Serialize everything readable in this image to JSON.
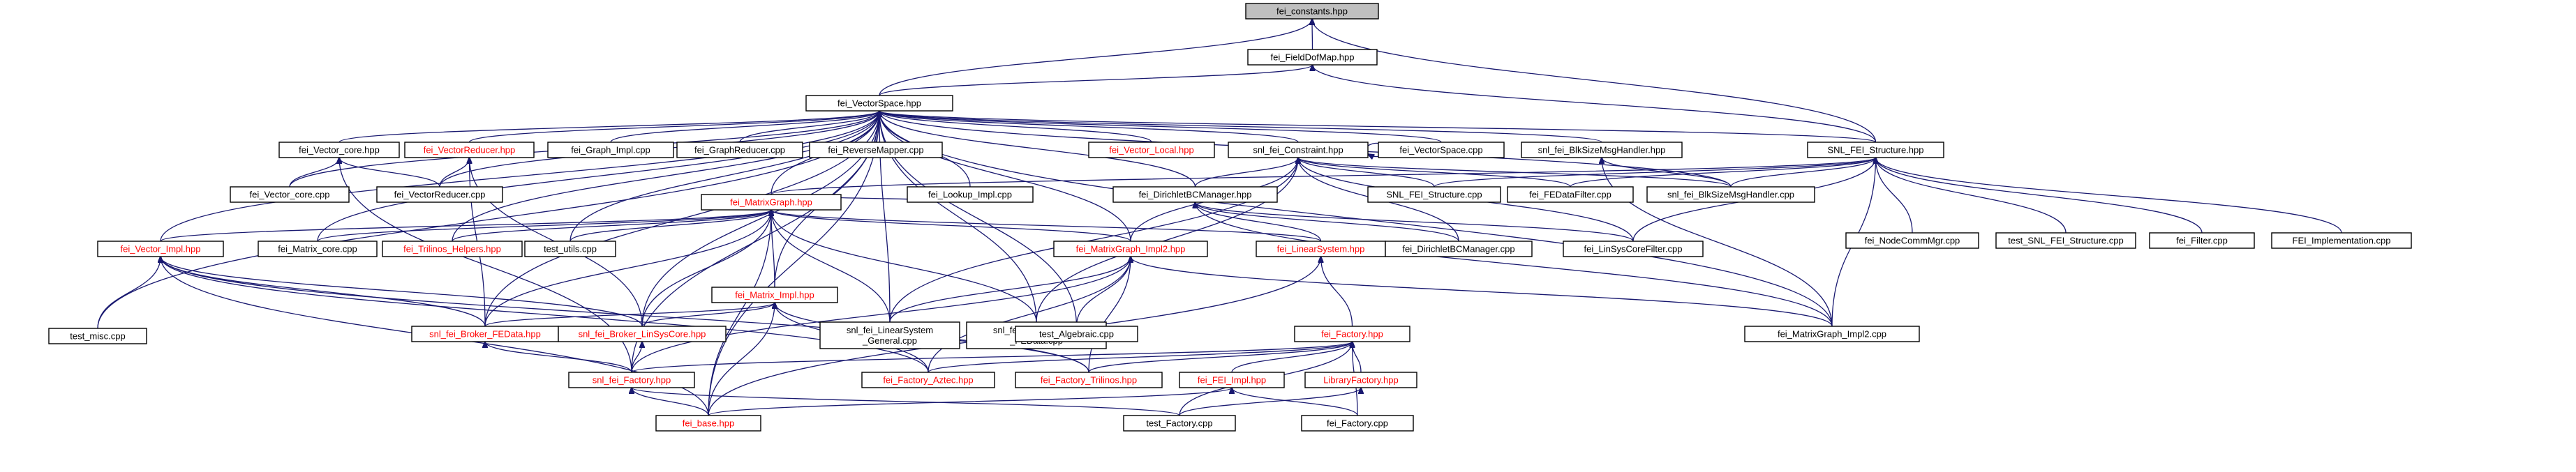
{
  "graph": {
    "nodes": [
      {
        "id": "n0",
        "lines": [
          "fei_constants.hpp"
        ],
        "root": true,
        "link": "black"
      },
      {
        "id": "n1",
        "lines": [
          "fei_FieldDofMap.hpp"
        ],
        "link": "black"
      },
      {
        "id": "n2",
        "lines": [
          "fei_VectorSpace.hpp"
        ],
        "link": "black"
      },
      {
        "id": "n3",
        "lines": [
          "SNL_FEI_Structure.hpp"
        ],
        "link": "black"
      },
      {
        "id": "n4",
        "lines": [
          "fei_Vector_core.hpp"
        ],
        "link": "black"
      },
      {
        "id": "n5",
        "lines": [
          "fei_VectorReducer.hpp"
        ],
        "link": "red"
      },
      {
        "id": "n6",
        "lines": [
          "fei_Graph_Impl.cpp"
        ],
        "link": "black"
      },
      {
        "id": "n7",
        "lines": [
          "fei_GraphReducer.cpp"
        ],
        "link": "black"
      },
      {
        "id": "n8",
        "lines": [
          "fei_ReverseMapper.cpp"
        ],
        "link": "black"
      },
      {
        "id": "n9",
        "lines": [
          "fei_Vector_Local.hpp"
        ],
        "link": "red"
      },
      {
        "id": "n10",
        "lines": [
          "snl_fei_Constraint.hpp"
        ],
        "link": "black"
      },
      {
        "id": "n11",
        "lines": [
          "fei_VectorSpace.cpp"
        ],
        "link": "black"
      },
      {
        "id": "n12",
        "lines": [
          "snl_fei_BlkSizeMsgHandler.hpp"
        ],
        "link": "black"
      },
      {
        "id": "n13",
        "lines": [
          "fei_Vector_core.cpp"
        ],
        "link": "black"
      },
      {
        "id": "n14",
        "lines": [
          "fei_VectorReducer.cpp"
        ],
        "link": "black"
      },
      {
        "id": "n15",
        "lines": [
          "fei_MatrixGraph.hpp"
        ],
        "link": "red"
      },
      {
        "id": "n16",
        "lines": [
          "fei_Lookup_Impl.cpp"
        ],
        "link": "black"
      },
      {
        "id": "n17",
        "lines": [
          "fei_DirichletBCManager.hpp"
        ],
        "link": "black"
      },
      {
        "id": "n18",
        "lines": [
          "SNL_FEI_Structure.cpp"
        ],
        "link": "black"
      },
      {
        "id": "n19",
        "lines": [
          "fei_FEDataFilter.cpp"
        ],
        "link": "black"
      },
      {
        "id": "n20",
        "lines": [
          "snl_fei_BlkSizeMsgHandler.cpp"
        ],
        "link": "black"
      },
      {
        "id": "n21",
        "lines": [
          "fei_NodeCommMgr.cpp"
        ],
        "link": "black"
      },
      {
        "id": "n22",
        "lines": [
          "test_SNL_FEI_Structure.cpp"
        ],
        "link": "black"
      },
      {
        "id": "n23",
        "lines": [
          "fei_Filter.cpp"
        ],
        "link": "black"
      },
      {
        "id": "n24",
        "lines": [
          "FEI_Implementation.cpp"
        ],
        "link": "black"
      },
      {
        "id": "n25",
        "lines": [
          "fei_Vector_Impl.hpp"
        ],
        "link": "red"
      },
      {
        "id": "n26",
        "lines": [
          "fei_Matrix_core.cpp"
        ],
        "link": "black"
      },
      {
        "id": "n27",
        "lines": [
          "fei_Trilinos_Helpers.hpp"
        ],
        "link": "red"
      },
      {
        "id": "n28",
        "lines": [
          "test_utils.cpp"
        ],
        "link": "black"
      },
      {
        "id": "n29",
        "lines": [
          "fei_MatrixGraph_Impl2.hpp"
        ],
        "link": "red"
      },
      {
        "id": "n30",
        "lines": [
          "fei_LinearSystem.hpp"
        ],
        "link": "red"
      },
      {
        "id": "n31",
        "lines": [
          "fei_DirichletBCManager.cpp"
        ],
        "link": "black"
      },
      {
        "id": "n32",
        "lines": [
          "fei_LinSysCoreFilter.cpp"
        ],
        "link": "black"
      },
      {
        "id": "n33",
        "lines": [
          "fei_Matrix_Impl.hpp"
        ],
        "link": "red"
      },
      {
        "id": "n34",
        "lines": [
          "test_misc.cpp"
        ],
        "link": "black"
      },
      {
        "id": "n35",
        "lines": [
          "snl_fei_Broker_FEData.hpp"
        ],
        "link": "red"
      },
      {
        "id": "n36",
        "lines": [
          "snl_fei_Broker_LinSysCore.hpp"
        ],
        "link": "red"
      },
      {
        "id": "n37",
        "lines": [
          "snl_fei_LinearSystem",
          "_General.cpp"
        ],
        "link": "black"
      },
      {
        "id": "n38",
        "lines": [
          "snl_fei_LinearSystem",
          "_FEData.cpp"
        ],
        "link": "black"
      },
      {
        "id": "n39",
        "lines": [
          "test_Algebraic.cpp"
        ],
        "link": "black"
      },
      {
        "id": "n40",
        "lines": [
          "fei_Factory.hpp"
        ],
        "link": "red"
      },
      {
        "id": "n41",
        "lines": [
          "fei_MatrixGraph_Impl2.cpp"
        ],
        "link": "black"
      },
      {
        "id": "n42",
        "lines": [
          "snl_fei_Factory.hpp"
        ],
        "link": "red"
      },
      {
        "id": "n43",
        "lines": [
          "fei_Factory_Aztec.hpp"
        ],
        "link": "red"
      },
      {
        "id": "n44",
        "lines": [
          "fei_Factory_Trilinos.hpp"
        ],
        "link": "red"
      },
      {
        "id": "n45",
        "lines": [
          "fei_FEI_Impl.hpp"
        ],
        "link": "red"
      },
      {
        "id": "n46",
        "lines": [
          "LibraryFactory.hpp"
        ],
        "link": "red"
      },
      {
        "id": "n47",
        "lines": [
          "fei_base.hpp"
        ],
        "link": "red"
      },
      {
        "id": "n48",
        "lines": [
          "test_Factory.cpp"
        ],
        "link": "black"
      },
      {
        "id": "n49",
        "lines": [
          "fei_Factory.cpp"
        ],
        "link": "black"
      }
    ],
    "edges": [
      [
        "n1",
        "n0"
      ],
      [
        "n2",
        "n0"
      ],
      [
        "n3",
        "n0"
      ],
      [
        "n2",
        "n1"
      ],
      [
        "n3",
        "n1"
      ],
      [
        "n4",
        "n2"
      ],
      [
        "n5",
        "n2"
      ],
      [
        "n6",
        "n2"
      ],
      [
        "n7",
        "n2"
      ],
      [
        "n8",
        "n2"
      ],
      [
        "n9",
        "n2"
      ],
      [
        "n10",
        "n2"
      ],
      [
        "n11",
        "n2"
      ],
      [
        "n12",
        "n2"
      ],
      [
        "n3",
        "n2"
      ],
      [
        "n13",
        "n2"
      ],
      [
        "n14",
        "n2"
      ],
      [
        "n15",
        "n2"
      ],
      [
        "n16",
        "n2"
      ],
      [
        "n17",
        "n2"
      ],
      [
        "n20",
        "n2"
      ],
      [
        "n25",
        "n2"
      ],
      [
        "n26",
        "n2"
      ],
      [
        "n27",
        "n2"
      ],
      [
        "n28",
        "n2"
      ],
      [
        "n29",
        "n2"
      ],
      [
        "n33",
        "n2"
      ],
      [
        "n34",
        "n2"
      ],
      [
        "n35",
        "n2"
      ],
      [
        "n36",
        "n2"
      ],
      [
        "n37",
        "n2"
      ],
      [
        "n38",
        "n2"
      ],
      [
        "n39",
        "n2"
      ],
      [
        "n41",
        "n2"
      ],
      [
        "n42",
        "n2"
      ],
      [
        "n47",
        "n2"
      ],
      [
        "n13",
        "n4"
      ],
      [
        "n14",
        "n4"
      ],
      [
        "n42",
        "n4"
      ],
      [
        "n14",
        "n5"
      ],
      [
        "n35",
        "n5"
      ],
      [
        "n36",
        "n5"
      ],
      [
        "n10",
        "n10"
      ],
      [
        "n18",
        "n10"
      ],
      [
        "n19",
        "n10"
      ],
      [
        "n20",
        "n10"
      ],
      [
        "n29",
        "n10"
      ],
      [
        "n32",
        "n10"
      ],
      [
        "n37",
        "n10"
      ],
      [
        "n38",
        "n10"
      ],
      [
        "n17",
        "n10"
      ],
      [
        "n31",
        "n10"
      ],
      [
        "n20",
        "n12"
      ],
      [
        "n41",
        "n12"
      ],
      [
        "n18",
        "n3"
      ],
      [
        "n19",
        "n3"
      ],
      [
        "n20",
        "n3"
      ],
      [
        "n21",
        "n3"
      ],
      [
        "n22",
        "n3"
      ],
      [
        "n23",
        "n3"
      ],
      [
        "n24",
        "n3"
      ],
      [
        "n32",
        "n3"
      ],
      [
        "n41",
        "n3"
      ],
      [
        "n15",
        "n3"
      ],
      [
        "n16",
        "n15"
      ],
      [
        "n25",
        "n15"
      ],
      [
        "n26",
        "n15"
      ],
      [
        "n27",
        "n15"
      ],
      [
        "n28",
        "n15"
      ],
      [
        "n29",
        "n15"
      ],
      [
        "n30",
        "n15"
      ],
      [
        "n33",
        "n15"
      ],
      [
        "n35",
        "n15"
      ],
      [
        "n36",
        "n15"
      ],
      [
        "n37",
        "n15"
      ],
      [
        "n38",
        "n15"
      ],
      [
        "n47",
        "n15"
      ],
      [
        "n30",
        "n17"
      ],
      [
        "n31",
        "n17"
      ],
      [
        "n32",
        "n17"
      ],
      [
        "n41",
        "n17"
      ],
      [
        "n34",
        "n25"
      ],
      [
        "n35",
        "n25"
      ],
      [
        "n36",
        "n25"
      ],
      [
        "n43",
        "n25"
      ],
      [
        "n44",
        "n25"
      ],
      [
        "n47",
        "n25"
      ],
      [
        "n37",
        "n29"
      ],
      [
        "n39",
        "n29"
      ],
      [
        "n41",
        "n29"
      ],
      [
        "n42",
        "n29"
      ],
      [
        "n43",
        "n29"
      ],
      [
        "n44",
        "n29"
      ],
      [
        "n40",
        "n30"
      ],
      [
        "n47",
        "n30"
      ],
      [
        "n35",
        "n33"
      ],
      [
        "n36",
        "n33"
      ],
      [
        "n43",
        "n33"
      ],
      [
        "n44",
        "n33"
      ],
      [
        "n47",
        "n33"
      ],
      [
        "n42",
        "n35"
      ],
      [
        "n42",
        "n36"
      ],
      [
        "n42",
        "n40"
      ],
      [
        "n43",
        "n40"
      ],
      [
        "n44",
        "n40"
      ],
      [
        "n45",
        "n40"
      ],
      [
        "n46",
        "n40"
      ],
      [
        "n48",
        "n40"
      ],
      [
        "n49",
        "n40"
      ],
      [
        "n47",
        "n42"
      ],
      [
        "n48",
        "n42"
      ],
      [
        "n47",
        "n45"
      ],
      [
        "n49",
        "n45"
      ],
      [
        "n48",
        "n46"
      ]
    ]
  }
}
